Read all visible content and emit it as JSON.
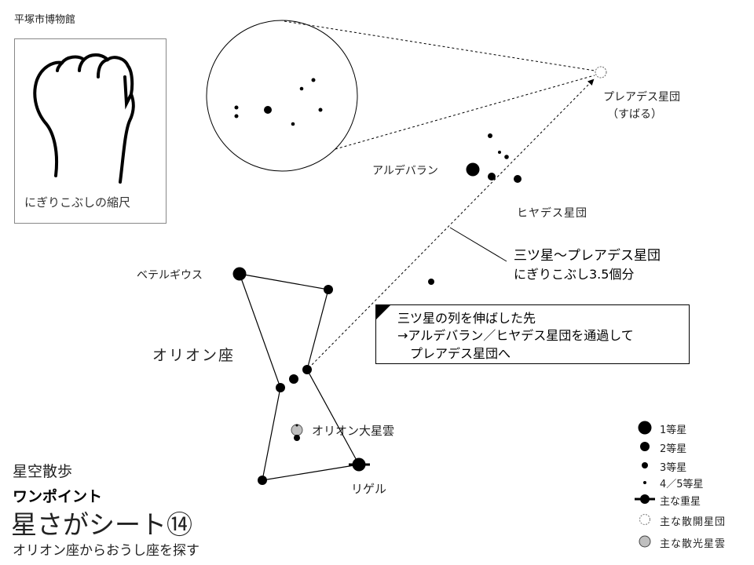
{
  "header": {
    "museum": "平塚市博物館"
  },
  "fist_panel": {
    "caption": "にぎりこぶしの縮尺"
  },
  "labels": {
    "pleiades": "プレアデス星団",
    "pleiades_sub": "（すばる）",
    "aldebaran": "アルデバラン",
    "hyades": "ヒヤデス星団",
    "betelgeuse": "ベテルギウス",
    "orion": "オリオン座",
    "orion_nebula": "オリオン大星雲",
    "rigel": "リゲル"
  },
  "distance_note": {
    "line1": "三ツ星〜プレアデス星団",
    "line2": "にぎりこぶし3.5個分"
  },
  "info_box": {
    "line1": "三ツ星の列を伸ばした先",
    "line2": "→アルデバラン／ヒヤデス星団を通過して",
    "line3": "プレアデス星団へ"
  },
  "legend": [
    {
      "label": "1等星",
      "icon": "mag1-star"
    },
    {
      "label": "2等星",
      "icon": "mag2-star"
    },
    {
      "label": "3等星",
      "icon": "mag3-star"
    },
    {
      "label": "4／5等星",
      "icon": "mag45-star"
    },
    {
      "label": "主な重星",
      "icon": "double-star"
    },
    {
      "label": "主な散開星団",
      "icon": "open-cluster"
    },
    {
      "label": "主な散光星雲",
      "icon": "nebula"
    }
  ],
  "title_block": {
    "series": "星空散歩",
    "subtitle": "ワンポイント",
    "title": "星さがシート⑭",
    "description": "オリオン座からおうし座を探す"
  },
  "colors": {
    "ink": "#000000",
    "nebula": "#bfbfbf",
    "frame": "#888888"
  }
}
